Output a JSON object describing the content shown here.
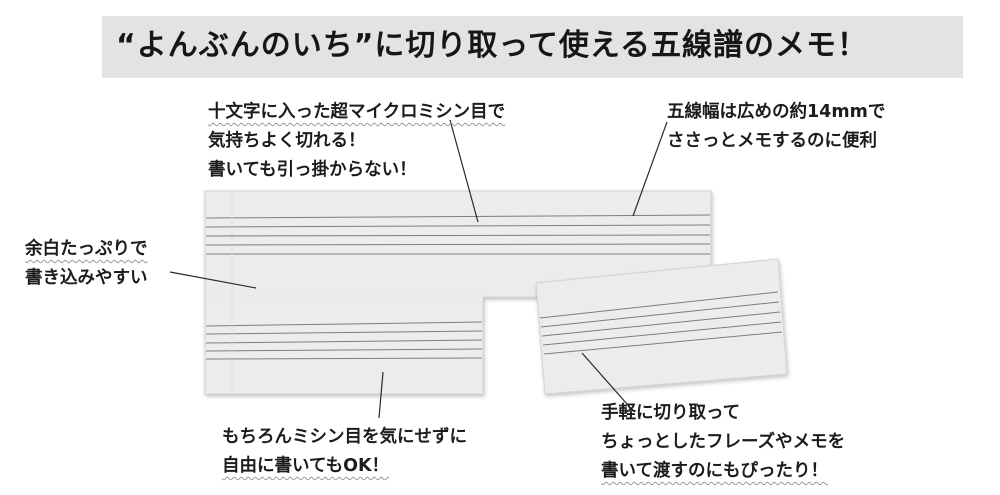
{
  "title": "“よんぶんのいち”に切り取って使える五線譜のメモ！",
  "notes": {
    "perforation": [
      "十文字に入った超マイクロミシン目で",
      "気持ちよく切れる！",
      "書いても引っ掛からない！"
    ],
    "staff_width": [
      "五線幅は広めの約14mmで",
      "ささっとメモするのに便利"
    ],
    "margin": [
      "余白たっぷりで",
      "書き込みやすい"
    ],
    "write_over": [
      "もちろんミシン目を気にせずに",
      "自由に書いてもOK！"
    ],
    "tear_off": [
      "手軽に切り取って",
      "ちょっとしたフレーズやメモを",
      "書いて渡すのにもぴったり！"
    ]
  }
}
